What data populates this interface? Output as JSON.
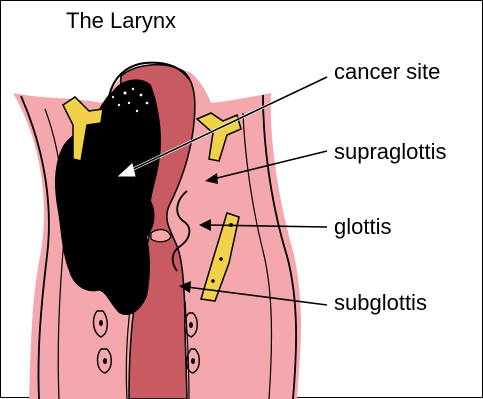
{
  "title": "The Larynx",
  "labels": {
    "cancer_site": "cancer site",
    "supraglottis": "supraglottis",
    "glottis": "glottis",
    "subglottis": "subglottis"
  },
  "colors": {
    "tissue_pink": "#f4a7ac",
    "airway_red": "#c85a62",
    "cartilage_yellow": "#f2d14a",
    "tumor": "#000000",
    "outline": "#000000"
  }
}
